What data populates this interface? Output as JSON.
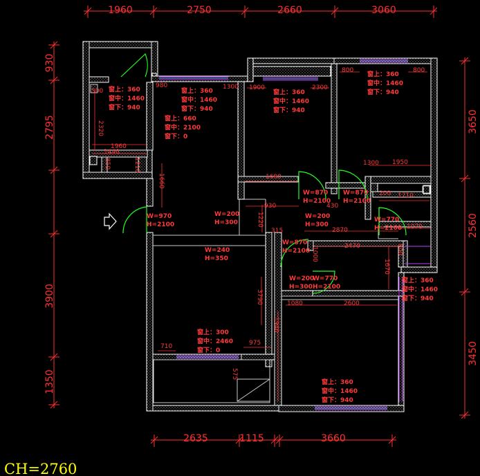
{
  "top_dims": [
    "1960",
    "2750",
    "2660",
    "3060"
  ],
  "bottom_dims": [
    "2635",
    "1115",
    "3660"
  ],
  "left_dims": [
    "930",
    "2795",
    "3900",
    "1350"
  ],
  "right_dims": [
    "3650",
    "2560",
    "3450"
  ],
  "window_labels": [
    {
      "l1": "窗上：360",
      "l2": "窗中：1460",
      "l3": "窗下：940"
    },
    {
      "l1": "窗上：360",
      "l2": "窗中：1460",
      "l3": "窗下：940"
    },
    {
      "l1": "窗上：360",
      "l2": "窗中：1460",
      "l3": "窗下：940"
    },
    {
      "l1": "窗上：360",
      "l2": "窗中：1460",
      "l3": "窗下：940"
    },
    {
      "l1": "窗上：660",
      "l2": "窗中：2100",
      "l3": "窗下：0"
    },
    {
      "l1": "窗上：360",
      "l2": "窗中：1460",
      "l3": "窗下：940"
    },
    {
      "l1": "窗上：300",
      "l2": "窗中：2460",
      "l3": "窗下：0"
    },
    {
      "l1": "窗上：360",
      "l2": "窗中：1460",
      "l3": "窗下：940"
    }
  ],
  "door_labels": [
    {
      "w": "W=970",
      "h": "H=2100"
    },
    {
      "w": "W=200",
      "h": "H=300"
    },
    {
      "w": "W=870",
      "h": "H=2100"
    },
    {
      "w": "W=870",
      "h": "H=2100"
    },
    {
      "w": "W=200",
      "h": "H=300"
    },
    {
      "w": "W=770",
      "h": "H=2100"
    },
    {
      "w": "W=240",
      "h": "H=350"
    },
    {
      "w": "W=870",
      "h": "H=2100"
    },
    {
      "w": "W=200",
      "h": "H=300"
    },
    {
      "w": "W=770",
      "h": "H=2100"
    }
  ],
  "inner_dims": [
    "1440",
    "1960",
    "2320",
    "800",
    "800",
    "1900",
    "1660",
    "2320",
    "2300",
    "1690",
    "930",
    "1220",
    "1190",
    "1950",
    "1710",
    "1070",
    "2870",
    "315",
    "2470",
    "1000",
    "1670",
    "800",
    "1080",
    "2600",
    "710",
    "975",
    "3790",
    "1940",
    "575",
    "1210",
    "1300",
    "200",
    "850",
    "430",
    "500",
    "980",
    "1300"
  ],
  "ch_label": "CH=2760",
  "colors": {
    "wall": "#ffffff",
    "dim": "#ff3030",
    "text": "#ff3a3a",
    "window": "#c040ff",
    "door": "#22ff22",
    "furniture": "#cccccc",
    "ch": "#ffff00"
  }
}
